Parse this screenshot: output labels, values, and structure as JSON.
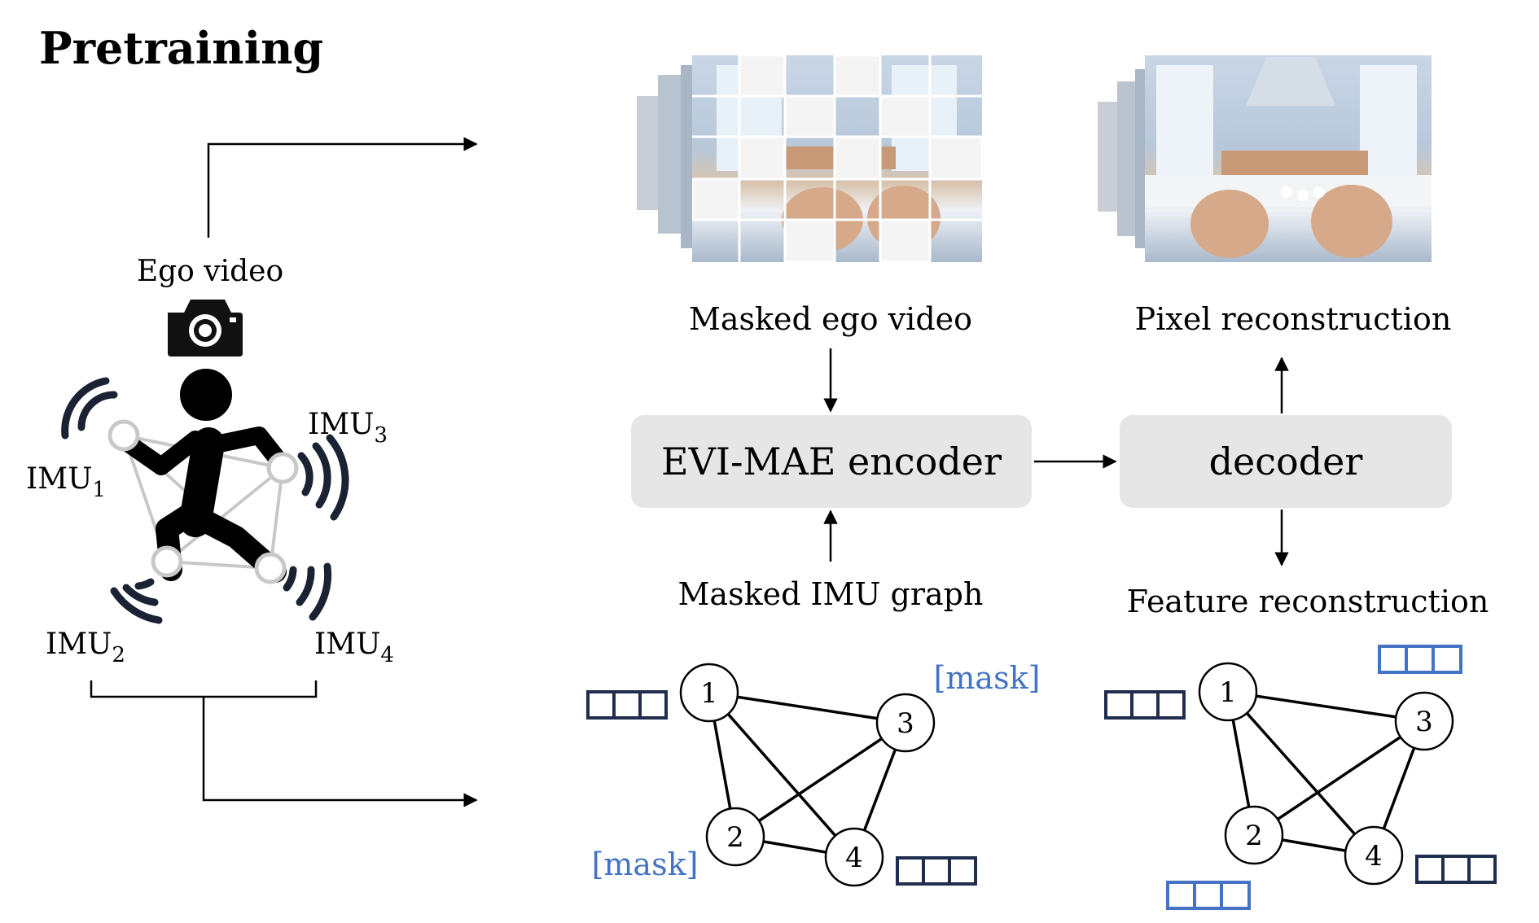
{
  "title": "Pretraining",
  "left": {
    "ego_video_label": "Ego video",
    "camera_icon": "camera-icon",
    "person_icon": "running-person-icon",
    "imu_labels": [
      {
        "base": "IMU",
        "sub": "1"
      },
      {
        "base": "IMU",
        "sub": "2"
      },
      {
        "base": "IMU",
        "sub": "3"
      },
      {
        "base": "IMU",
        "sub": "4"
      }
    ]
  },
  "pipeline": {
    "masked_video_label": "Masked ego video",
    "pixel_recon_label": "Pixel reconstruction",
    "encoder_label": "EVI-MAE encoder",
    "decoder_label": "decoder",
    "masked_imu_label": "Masked IMU graph",
    "feature_recon_label": "Feature reconstruction"
  },
  "graphs": {
    "nodes": [
      "1",
      "2",
      "3",
      "4"
    ],
    "mask_token": "[mask]"
  },
  "colors": {
    "box_fill": "#e6e6e6",
    "mask_blue": "#4472c4",
    "token_navy": "#1f2d4e",
    "ink": "#000000"
  }
}
